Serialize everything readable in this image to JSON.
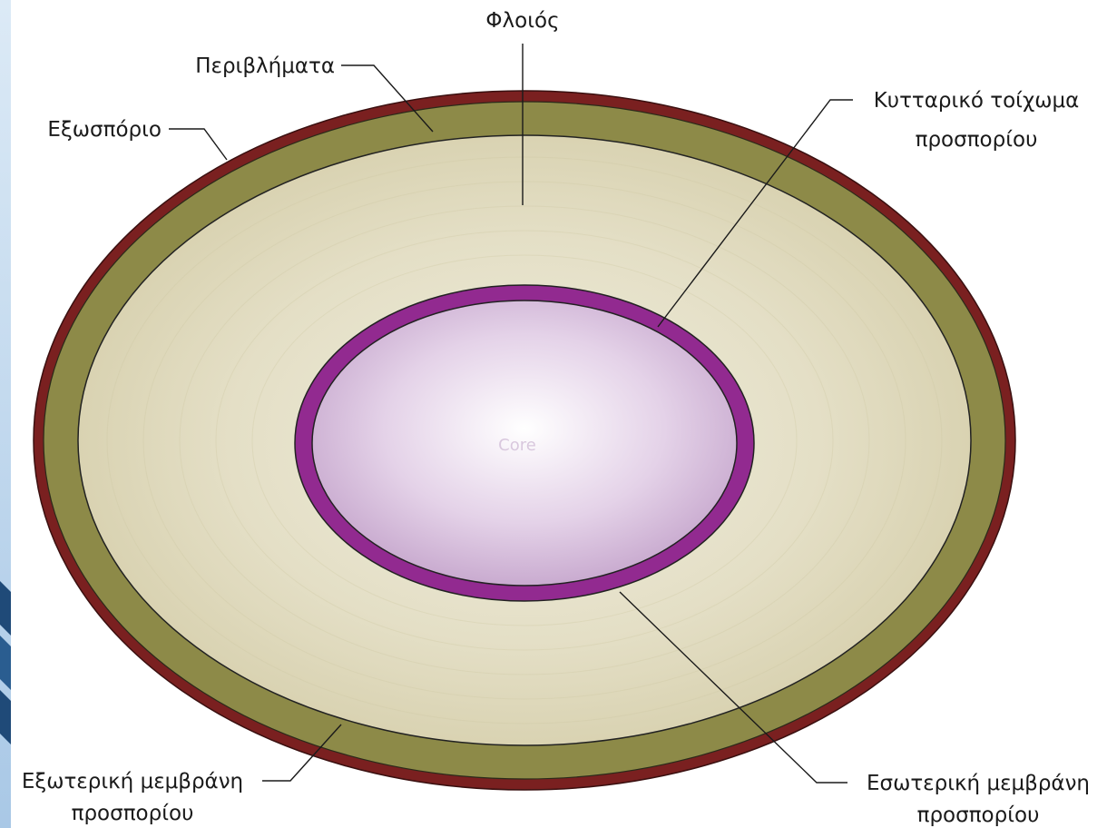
{
  "diagram": {
    "labels": {
      "cortex": "Φλοιός",
      "coats": "Περιβλήματα",
      "exosporium": "Εξωσπόριο",
      "cell_wall_line1": "Κυτταρικό τοίχωμα",
      "cell_wall_line2": "προσπορίου",
      "outer_membrane_line1": "Εξωτερική μεμβράνη",
      "outer_membrane_line2": "προσπορίου",
      "inner_membrane_line1": "Εσωτερική μεμβράνη",
      "inner_membrane_line2": "προσπορίου",
      "core": "Core"
    },
    "colors": {
      "exosporium": "#7a2020",
      "coats": "#8d8a48",
      "cortex": "#d8d2b2",
      "cortex_center": "#efecdc",
      "cell_wall": "#922a90",
      "core_center": "#ffffff",
      "core_edge": "#c6a6cc",
      "side_stripe_dark": "#1f4a78",
      "side_stripe_light": "#a9c8e6"
    }
  }
}
